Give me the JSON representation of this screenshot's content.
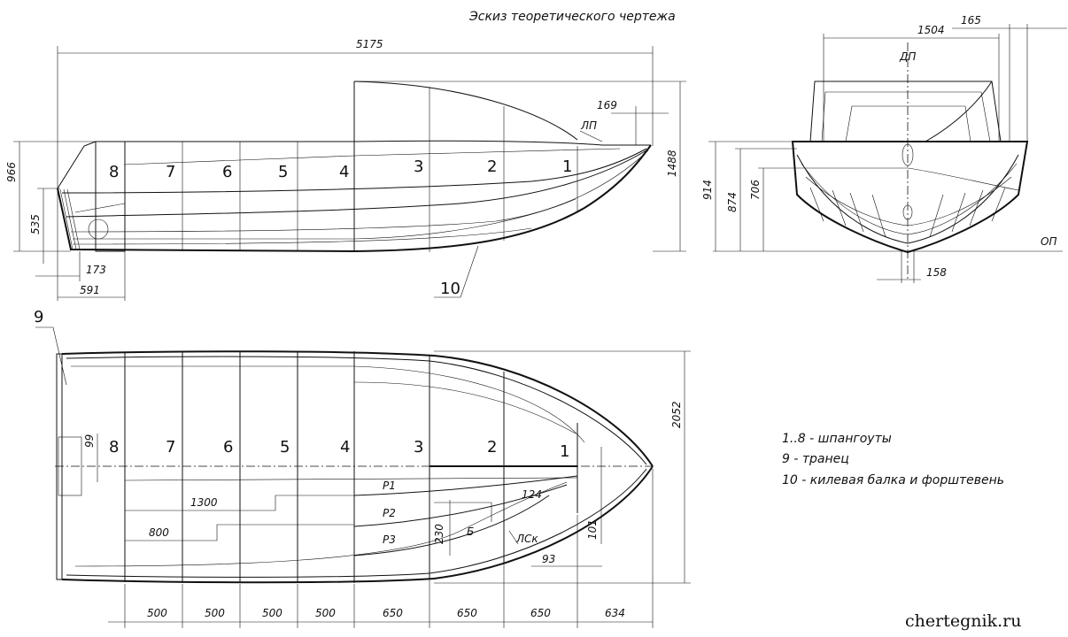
{
  "title": "Эскиз теоретического чертежа",
  "side_view": {
    "stations": [
      "8",
      "7",
      "6",
      "5",
      "4",
      "3",
      "2",
      "1"
    ],
    "labels": {
      "lp": "ЛП",
      "part10": "10"
    },
    "dims": {
      "length": "5175",
      "bow_offset": "169",
      "height_total": "1488",
      "height_transom": "966",
      "transom_low": "535",
      "d173": "173",
      "d591": "591"
    }
  },
  "front_view": {
    "labels": {
      "dp": "ДП",
      "op": "ОП"
    },
    "dims": {
      "w1504": "1504",
      "w165": "165",
      "h914": "914",
      "h874": "874",
      "h706": "706",
      "w158": "158"
    }
  },
  "plan_view": {
    "stations": [
      "8",
      "7",
      "6",
      "5",
      "4",
      "3",
      "2",
      "1"
    ],
    "labels": {
      "part9": "9",
      "r1": "Р1",
      "r2": "Р2",
      "r3": "Р3",
      "b": "Б",
      "lsk": "ЛСк"
    },
    "dims": {
      "d99": "99",
      "d1300": "1300",
      "d800": "800",
      "d124": "124",
      "d230": "230",
      "d101": "101",
      "d93": "93",
      "beam": "2052"
    },
    "spacings": [
      "500",
      "500",
      "500",
      "500",
      "650",
      "650",
      "650",
      "634"
    ]
  },
  "legend": [
    "1..8 - шпангоуты",
    "9    - транец",
    "10  - килевая балка и форштевень"
  ],
  "watermark": "chertegnik.ru"
}
